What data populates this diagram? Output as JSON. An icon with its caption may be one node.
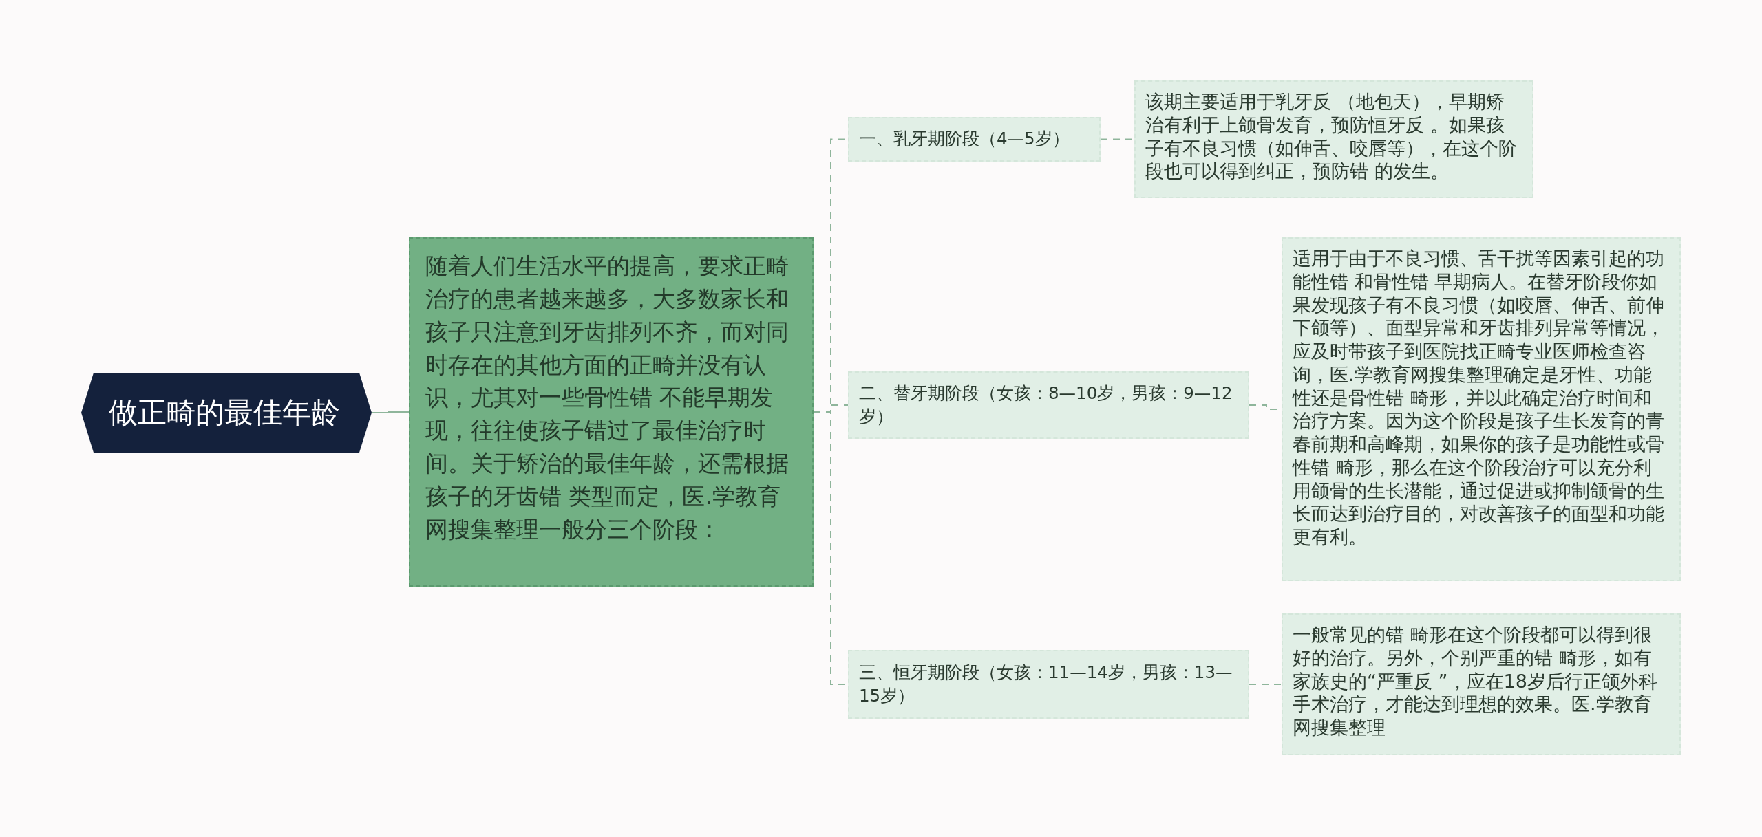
{
  "diagram": {
    "nodes": [
      {
        "text": [
          "做正畸的最佳年龄"
        ]
      },
      {
        "text": [
          "随着人们生活水平的提高，要求正畸治疗的患者越来越多，大多数家长和孩子只注意到牙齿排列不齐，而对同时存在的其他方面的正畸并没有认识，尤其对一些骨性错 不能早期发现，往往使孩子错过了最佳治疗时间。关于矫治的最佳年龄，还需根据孩子的牙齿错 类型而定，医.学教育网搜集整理一般分三个阶段："
        ]
      },
      {
        "text": [
          "一、乳牙期阶段（4—5岁）"
        ]
      },
      {
        "text": [
          "该期主要适用于乳牙反 （地包天），早期矫治有利于上颌骨发育，预防恒牙反 。如果孩子有不良习惯（如伸舌、咬唇等），在这个阶段也可以得到纠正，预防错 的发生。"
        ]
      },
      {
        "text": [
          "二、替牙期阶段（女孩：8—10岁，男孩：9—12岁）"
        ]
      },
      {
        "text": [
          "适用于由于不良习惯、舌干扰等因素引起的功能性错 和骨性错 早期病人。在替牙阶段你如果发现孩子有不良习惯（如咬唇、伸舌、前伸下颌等）、面型异常和牙齿排列异常等情况，应及时带孩子到医院找正畸专业医师检查咨询，医.学教育网搜集整理确定是牙性、功能性还是骨性错 畸形，并以此确定治疗时间和治疗方案。因为这个阶段是孩子生长发育的青春前期和高峰期，如果你的孩子是功能性或骨性错 畸形，那么在这个阶段治疗可以充分利用颌骨的生长潜能，通过促进或抑制颌骨的生长而达到治疗目的，对改善孩子的面型和功能更有利。"
        ]
      },
      {
        "text": [
          "三、恒牙期阶段（女孩：11—14岁，男孩：13—15岁）"
        ]
      },
      {
        "text": [
          "一般常见的错 畸形在这个阶段都可以得到很好的治疗。另外，个别严重的错 畸形，如有家族史的“严重反 ”，应在18岁后行正颌外科手术治疗，才能达到理想的效果。医.学教育网搜集整理"
        ]
      }
    ],
    "edges": [
      {
        "from": 0,
        "to": 1,
        "arrow": "none"
      },
      {
        "from": 1,
        "to": 2,
        "arrow": "none",
        "style": "dashed"
      },
      {
        "from": 1,
        "to": 4,
        "arrow": "none",
        "style": "dashed"
      },
      {
        "from": 1,
        "to": 6,
        "arrow": "none",
        "style": "dashed"
      },
      {
        "from": 2,
        "to": 3,
        "arrow": "none",
        "style": "dashed"
      },
      {
        "from": 4,
        "to": 5,
        "arrow": "none",
        "style": "dashed"
      },
      {
        "from": 6,
        "to": 7,
        "arrow": "none",
        "style": "dashed"
      }
    ]
  }
}
